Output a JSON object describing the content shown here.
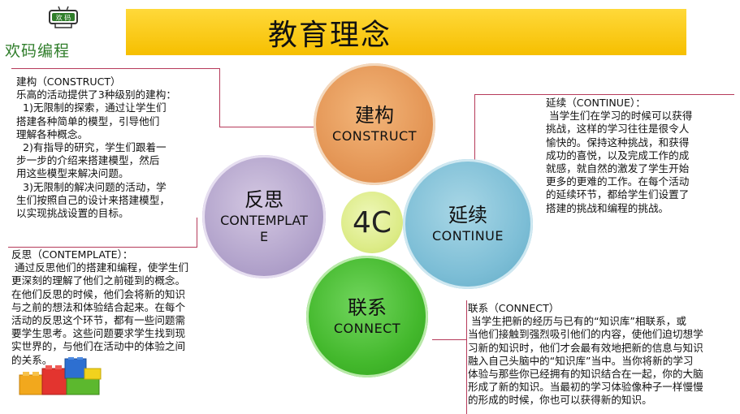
{
  "header": {
    "title": "教育理念"
  },
  "logo": {
    "badge_text": "欢 码",
    "brand_text": "欢码编程"
  },
  "circles": {
    "construct": {
      "cn": "建构",
      "en": "CONSTRUCT",
      "color": "#e49656"
    },
    "contemplate": {
      "cn": "反思",
      "en": "CONTEMPLATE",
      "color": "#b3a4cc"
    },
    "continue": {
      "cn": "延续",
      "en": "CONTINUE",
      "color": "#7dbed6"
    },
    "connect": {
      "cn": "联系",
      "en": "CONNECT",
      "color": "#43b82c"
    },
    "center": {
      "label": "4C",
      "color": "#dceb86"
    }
  },
  "texts": {
    "construct": {
      "lines": [
        "建构（CONSTRUCT）",
        "乐高的活动提供了3种级别的建构：",
        "  1)无限制的探索，通过让学生们",
        "搭建各种简单的模型，引导他们",
        "理解各种概念。",
        "  2)有指导的研究，学生们跟着一",
        "步一步的介绍来搭建模型，然后",
        "用这些模型来解决问题。",
        "  3)无限制的解决问题的活动，学",
        "生们按照自己的设计来搭建模型，",
        "以实现挑战设置的目标。"
      ]
    },
    "contemplate": {
      "lines": [
        "反思（CONTEMPLATE）：",
        " 通过反思他们的搭建和编程，使学生们",
        "更深刻的理解了他们之前碰到的概念。",
        "在他们反思的时候，他们会将新的知识",
        "与之前的想法和体验结合起来。在每个",
        "活动的反思这个环节，都有一些问题需",
        "要学生思考。这些问题要求学生找到现",
        "实世界的，与他们在活动中的体验之间",
        "的关系。"
      ]
    },
    "continue": {
      "lines": [
        "延续（CONTINUE）：",
        " 当学生们在学习的时候可以获得",
        "挑战，这样的学习往往是很令人",
        "愉快的。保持这种挑战，和获得",
        "成功的喜悦，以及完成工作的成",
        "就感，就自然的激发了学生开始",
        "更多的更难的工作。在每个活动",
        "的延续环节，都给学生们设置了",
        "搭建的挑战和编程的挑战。"
      ]
    },
    "connect": {
      "lines": [
        "联系（CONNECT）",
        " 当学生把新的经历与已有的“知识库”相联系，或",
        "当他们接触到强烈吸引他们的内容，使他们迫切想学",
        "习新的知识时，他们才会最有效地把新的信息与知识",
        "融入自己头脑中的“知识库”当中。当你将新的学习",
        "体验与那些你已经拥有的知识结合在一起，你的大脑",
        "形成了新的知识。当最初的学习体验像种子一样慢慢",
        "的形成的时候，你也可以获得新的知识。"
      ]
    }
  }
}
